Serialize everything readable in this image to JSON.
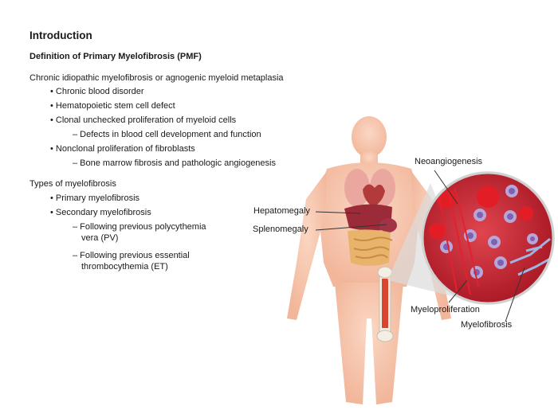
{
  "heading": "Introduction",
  "subheading": "Definition of Primary Myelofibrosis (PMF)",
  "definition": {
    "intro": "Chronic idiopathic myelofibrosis or agnogenic myeloid metaplasia",
    "bullets": [
      "• Chronic blood disorder",
      "• Hematopoietic stem cell defect",
      "• Clonal unchecked proliferation of myeloid cells",
      "– Defects in blood cell development and function",
      "• Nonclonal proliferation of fibroblasts",
      "– Bone marrow fibrosis and pathologic angiogenesis"
    ]
  },
  "types": {
    "intro": "Types of myelofibrosis",
    "bullets": [
      "• Primary myelofibrosis",
      "• Secondary myelofibrosis",
      "– Following previous polycythemia",
      "vera (PV)",
      "– Following previous essential",
      "thrombocythemia (ET)"
    ]
  },
  "figure_labels": {
    "hepatomegaly": "Hepatomegaly",
    "splenomegaly": "Splenomegaly",
    "neoangiogenesis": "Neoangiogenesis",
    "myeloproliferation": "Myeloproliferation",
    "myelofibrosis": "Myelofibrosis"
  },
  "colors": {
    "skin": "#f7c7ae",
    "liver": "#9c2b3a",
    "intestine": "#e8b36b",
    "blood": "#c8202c",
    "cell": "#b8a6d8"
  }
}
